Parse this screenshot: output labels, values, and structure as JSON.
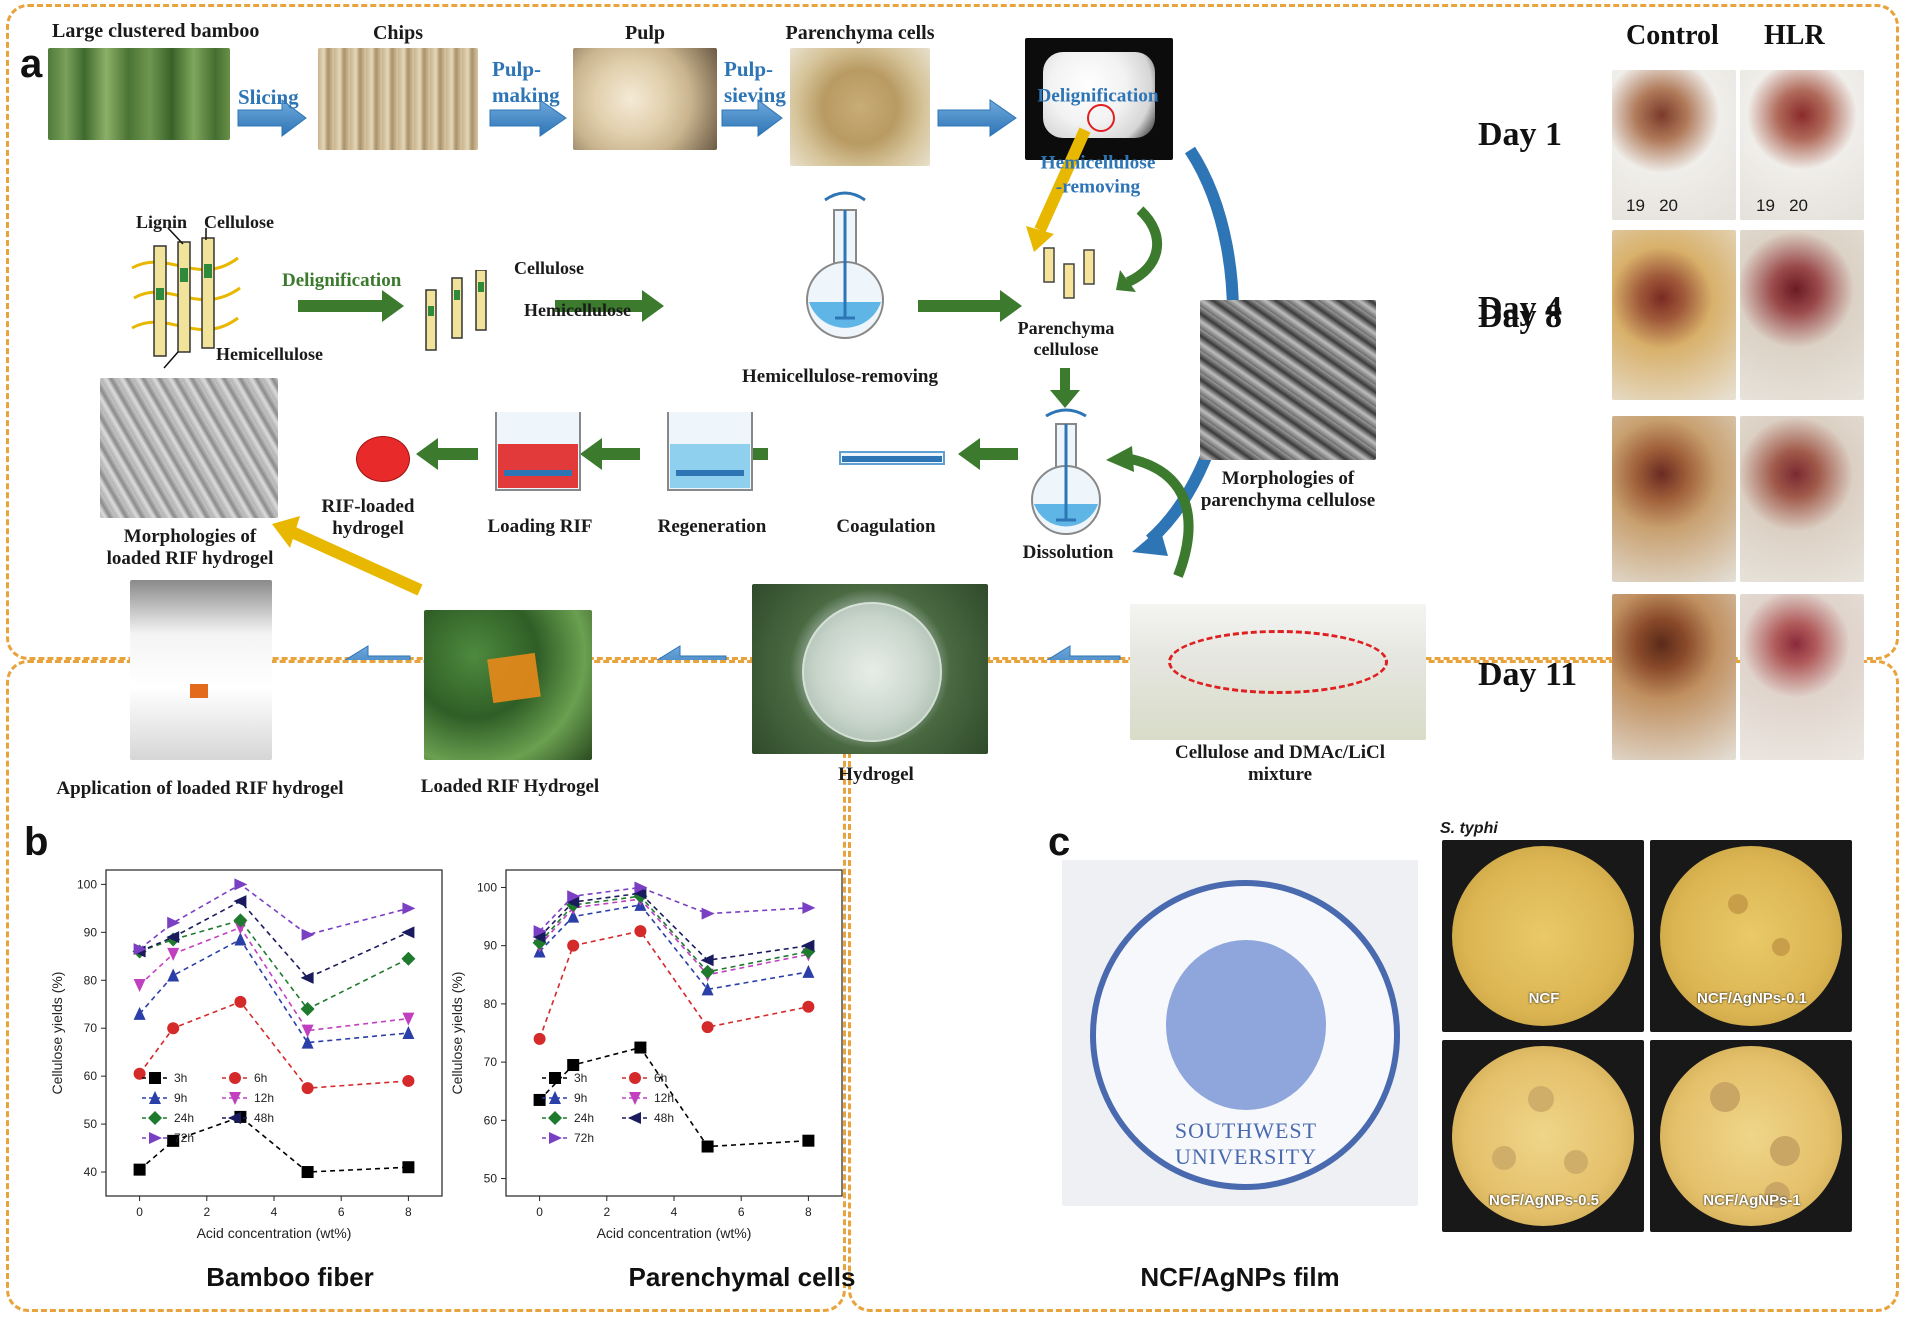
{
  "panel_a": {
    "letter": "a",
    "top_row": {
      "bamboo": "Large clustered bamboo",
      "chips": "Chips",
      "pulp": "Pulp",
      "parenchyma": "Parenchyma cells"
    },
    "steps": {
      "slicing": "Slicing",
      "pulp_making": "Pulp-\nmaking",
      "pulp_sieving": "Pulp-\nsieving",
      "delignification_top": "Delignification",
      "hemicellulose_removing_top": "Hemicellulose\n-removing",
      "delignification_mid": "Delignification"
    },
    "fiber": {
      "lignin": "Lignin",
      "cellulose": "Cellulose",
      "hemicellulose": "Hemicellulose",
      "cellulose2": "Cellulose",
      "hemicellulose2": "Hemicellulose"
    },
    "process": {
      "hemi_removing": "Hemicellulose-removing",
      "parenchyma_cellulose": "Parenchyma\ncellulose",
      "morph_parenchyma": "Morphologies of\nparenchyma cellulose",
      "dissolution": "Dissolution",
      "coagulation": "Coagulation",
      "regeneration": "Regeneration",
      "loading_rif": "Loading RIF",
      "rif_hydrogel": "RIF-loaded\nhydrogel",
      "morph_rif": "Morphologies of\nloaded RIF hydrogel",
      "application": "Application of loaded RIF hydrogel",
      "loaded_rif_hydrogel": "Loaded RIF Hydrogel",
      "hydrogel": "Hydrogel",
      "mixture": "Cellulose and DMAc/LiCl\nmixture"
    },
    "wound": {
      "col_control": "Control",
      "col_hlr": "HLR",
      "days": [
        "Day 1",
        "Day 4",
        "Day 8",
        "Day 11"
      ],
      "ruler_day1_left": "19   20",
      "ruler_day1_right": "19   20"
    }
  },
  "panel_b": {
    "letter": "b",
    "caption_left": "Bamboo fiber",
    "caption_right": "Parenchymal cells"
  },
  "panel_c": {
    "letter": "c",
    "film_caption": "NCF/AgNPs film",
    "logo_text": "SOUTHWEST UNIVERSITY",
    "organism": "S. typhi",
    "plates": [
      "NCF",
      "NCF/AgNPs-0.1",
      "NCF/AgNPs-0.5",
      "NCF/AgNPs-1"
    ]
  },
  "chart_data": [
    {
      "type": "line",
      "x": [
        0,
        1,
        3,
        5,
        8
      ],
      "xlabel": "Acid concentration (wt%)",
      "ylabel": "Cellulose yields (%)",
      "ylim": [
        35,
        103
      ],
      "xlim": [
        -1,
        9
      ],
      "yticks": [
        40,
        50,
        60,
        70,
        80,
        90,
        100
      ],
      "xticks": [
        0,
        2,
        4,
        6,
        8
      ],
      "legend_placement": "bottom-left",
      "series": [
        {
          "name": "3h",
          "color": "#000000",
          "marker": "square",
          "values": [
            40.5,
            46.5,
            51.5,
            40,
            41
          ]
        },
        {
          "name": "6h",
          "color": "#d42a2a",
          "marker": "circle",
          "values": [
            60.5,
            70,
            75.5,
            57.5,
            59
          ]
        },
        {
          "name": "9h",
          "color": "#2b3fa8",
          "marker": "triangle-up",
          "values": [
            73,
            81,
            88.5,
            67,
            69
          ]
        },
        {
          "name": "12h",
          "color": "#c040c0",
          "marker": "triangle-down",
          "values": [
            79,
            85.5,
            91,
            69.5,
            72
          ]
        },
        {
          "name": "24h",
          "color": "#1f7a2e",
          "marker": "diamond",
          "values": [
            86,
            88.5,
            92.5,
            74,
            84.5
          ]
        },
        {
          "name": "48h",
          "color": "#1a1a5e",
          "marker": "triangle-left",
          "values": [
            86,
            89,
            96.5,
            80.5,
            90
          ]
        },
        {
          "name": "72h",
          "color": "#7b3fc4",
          "marker": "triangle-right",
          "values": [
            86.5,
            92,
            100,
            89.5,
            95
          ]
        }
      ]
    },
    {
      "type": "line",
      "x": [
        0,
        1,
        3,
        5,
        8
      ],
      "xlabel": "Acid concentration (wt%)",
      "ylabel": "Cellulose yields (%)",
      "ylim": [
        47,
        103
      ],
      "xlim": [
        -1,
        9
      ],
      "yticks": [
        50,
        60,
        70,
        80,
        90,
        100
      ],
      "xticks": [
        0,
        2,
        4,
        6,
        8
      ],
      "legend_placement": "bottom-left",
      "series": [
        {
          "name": "3h",
          "color": "#000000",
          "marker": "square",
          "values": [
            63.5,
            69.5,
            72.5,
            55.5,
            56.5
          ]
        },
        {
          "name": "6h",
          "color": "#d42a2a",
          "marker": "circle",
          "values": [
            74,
            90,
            92.5,
            76,
            79.5
          ]
        },
        {
          "name": "9h",
          "color": "#2b3fa8",
          "marker": "triangle-up",
          "values": [
            89,
            95,
            97,
            82.5,
            85.5
          ]
        },
        {
          "name": "12h",
          "color": "#c040c0",
          "marker": "triangle-down",
          "values": [
            90,
            96.5,
            98,
            85,
            88.5
          ]
        },
        {
          "name": "24h",
          "color": "#1f7a2e",
          "marker": "diamond",
          "values": [
            90.5,
            97,
            98.5,
            85.5,
            89
          ]
        },
        {
          "name": "48h",
          "color": "#1a1a5e",
          "marker": "triangle-left",
          "values": [
            91.5,
            97.5,
            99,
            87.5,
            90
          ]
        },
        {
          "name": "72h",
          "color": "#7b3fc4",
          "marker": "triangle-right",
          "values": [
            92.5,
            98.5,
            100,
            95.5,
            96.5
          ]
        }
      ]
    }
  ]
}
